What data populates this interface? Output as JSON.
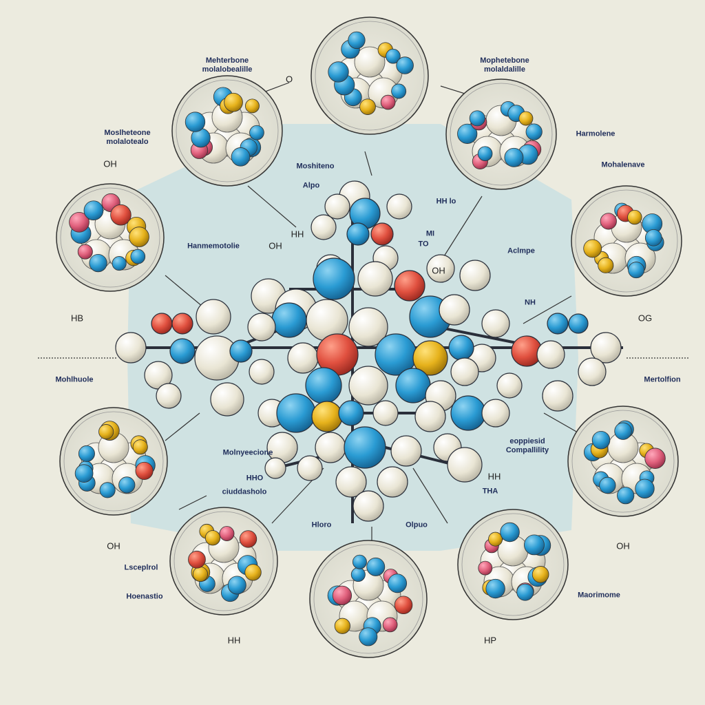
{
  "title_labels": {
    "top_left": "Mehterbone\nmolalobealille",
    "top_right": "Mophetebone\nmolaldalille"
  },
  "labels": [
    {
      "id": "tl-small",
      "text": "Moslheteone\nmolalotealo"
    },
    {
      "id": "tl-oh",
      "text": "OH"
    },
    {
      "id": "top-o",
      "text": "O"
    },
    {
      "id": "right-top",
      "text": "Harmolene"
    },
    {
      "id": "right-mid",
      "text": "Mohalenave"
    },
    {
      "id": "left-hb",
      "text": "HB"
    },
    {
      "id": "right-og",
      "text": "OG"
    },
    {
      "id": "left-mid",
      "text": "Mohlhuole"
    },
    {
      "id": "right-mid2",
      "text": "Mertolfion"
    },
    {
      "id": "inner-left",
      "text": "Hanmemotolie"
    },
    {
      "id": "inner-right",
      "text": "Aclmpe"
    },
    {
      "id": "inner-top",
      "text": "Moshiteno"
    },
    {
      "id": "inner-alpo",
      "text": "Alpo"
    },
    {
      "id": "inner-oh",
      "text": "OH"
    },
    {
      "id": "inner-hh",
      "text": "HH"
    },
    {
      "id": "inner-hhlo",
      "text": "HH lo"
    },
    {
      "id": "inner-mi",
      "text": "MI"
    },
    {
      "id": "inner-to",
      "text": "TO"
    },
    {
      "id": "inner-oh2",
      "text": "OH"
    },
    {
      "id": "inner-nh",
      "text": "NH"
    },
    {
      "id": "inner-molyp",
      "text": "Molnyeecione"
    },
    {
      "id": "inner-comp",
      "text": "eoppiesid\nCompallility"
    },
    {
      "id": "inner-hho",
      "text": "HHO"
    },
    {
      "id": "inner-cuhl",
      "text": "ciuddasholo"
    },
    {
      "id": "inner-hh2",
      "text": "HH"
    },
    {
      "id": "inner-tha",
      "text": "THA"
    },
    {
      "id": "inner-hloro",
      "text": "Hloro"
    },
    {
      "id": "inner-olpuo",
      "text": "Olpuo"
    },
    {
      "id": "left-oh",
      "text": "OH"
    },
    {
      "id": "right-oh",
      "text": "OH"
    },
    {
      "id": "bl-lsca",
      "text": "Lsceplrol"
    },
    {
      "id": "bl-hono",
      "text": "Hoenastio"
    },
    {
      "id": "br-maci",
      "text": "Maorimome"
    },
    {
      "id": "bottom-hh",
      "text": "HH"
    },
    {
      "id": "bottom-hp",
      "text": "HP"
    }
  ],
  "colors": {
    "background": "#ecebdf",
    "octagon": "#cfe2e2",
    "blue": "#2f9fd6",
    "white": "#eeeadb",
    "red": "#e05248",
    "pink": "#e2607e",
    "yellow": "#e6b41f",
    "outline": "#2a2f3a"
  }
}
